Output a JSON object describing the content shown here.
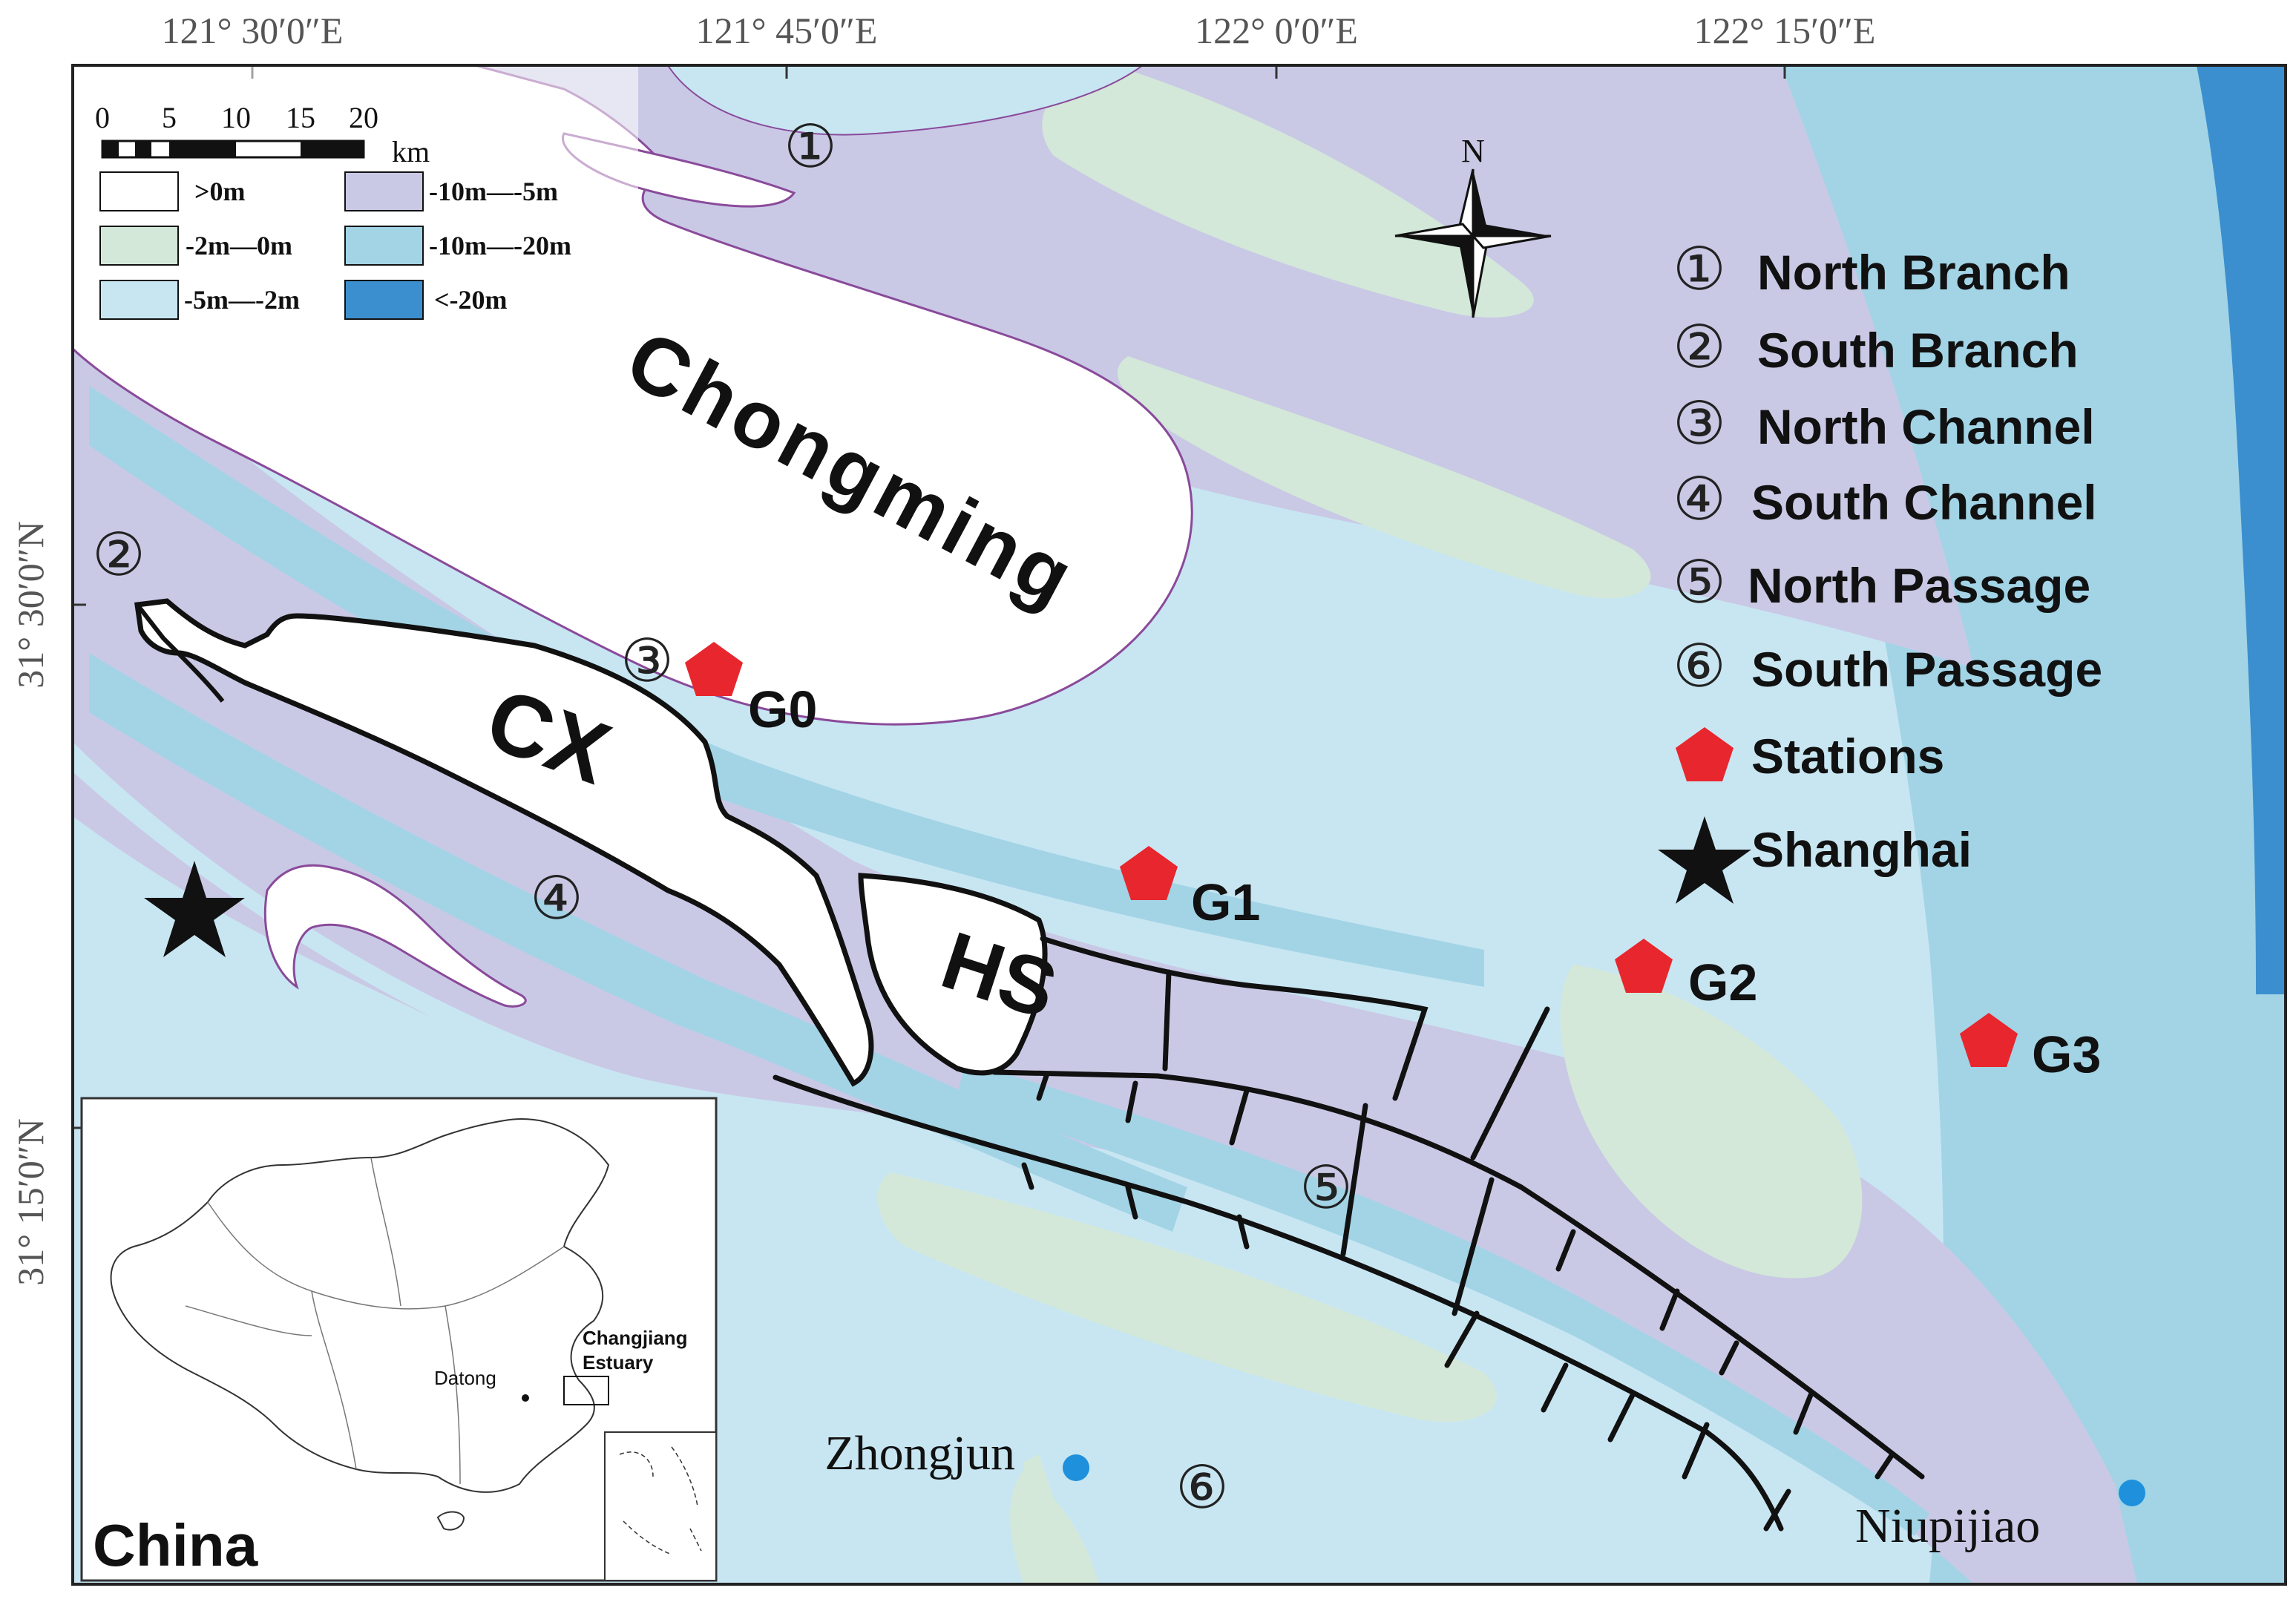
{
  "axes": {
    "top": [
      "121° 30′0″E",
      "121° 45′0″E",
      "122° 0′0″E",
      "122° 15′0″E"
    ],
    "left": [
      "31° 30′0″N",
      "31° 15′0″N"
    ]
  },
  "depth_legend": {
    "scale_ticks": [
      "0",
      "5",
      "10",
      "15",
      "20"
    ],
    "scale_unit": "km",
    "classes": [
      {
        "label": ">0m",
        "color": "#ffffff"
      },
      {
        "label": "-2m—0m",
        "color": "#d3e8d8"
      },
      {
        "label": "-5m—-2m",
        "color": "#c8e6f2"
      },
      {
        "label": "-10m—-5m",
        "color": "#c9c9e6"
      },
      {
        "label": "-10m—-20m",
        "color": "#a2d4e6"
      },
      {
        "label": "<-20m",
        "color": "#3b8fce"
      }
    ]
  },
  "north_label": "N",
  "feature_legend": [
    {
      "marker": "①",
      "label": "North Branch"
    },
    {
      "marker": "②",
      "label": "South Branch"
    },
    {
      "marker": "③",
      "label": "North Channel"
    },
    {
      "marker": "④",
      "label": "South Channel"
    },
    {
      "marker": "⑤",
      "label": "North Passage"
    },
    {
      "marker": "⑥",
      "label": "South Passage"
    },
    {
      "marker": "pentagon",
      "label": "Stations"
    },
    {
      "marker": "star",
      "label": "Shanghai"
    }
  ],
  "islands": {
    "chongming": "Chongming",
    "cx": "CX",
    "hs": "HS"
  },
  "stations": [
    "G0",
    "G1",
    "G2",
    "G3"
  ],
  "places": {
    "zhongjun": "Zhongjun",
    "niupijiao": "Niupijiao"
  },
  "map_markers": [
    "①",
    "②",
    "③",
    "④",
    "⑤",
    "⑥"
  ],
  "inset": {
    "title": "China",
    "datong": "Datong",
    "estuary_line1": "Changjiang",
    "estuary_line2": "Estuary"
  },
  "colors": {
    "station": "#e8262e",
    "point": "#1e90dc",
    "coastline": "#8a4a9a",
    "jetty": "#111111"
  }
}
